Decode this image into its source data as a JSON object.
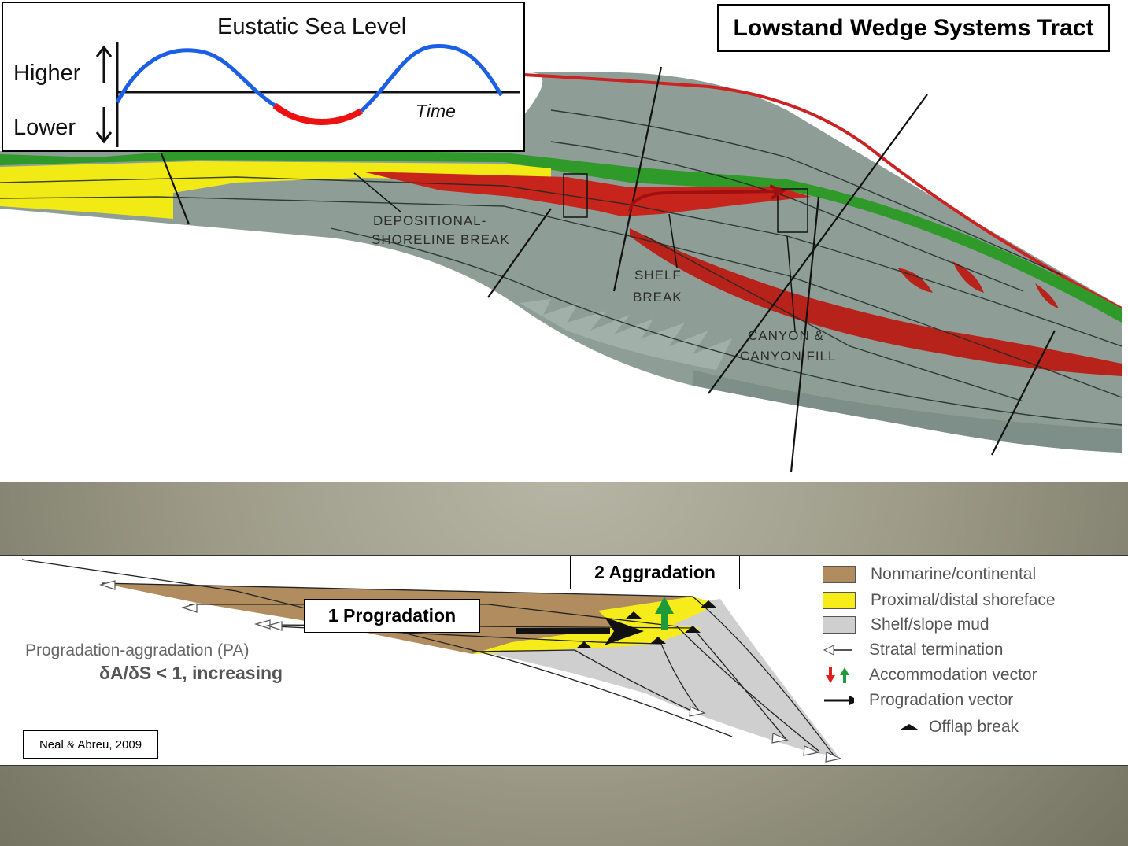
{
  "title": "Lowstand Wedge Systems Tract",
  "inset": {
    "heading": "Eustatic  Sea Level",
    "higher_label": "Higher",
    "lower_label": "Lower",
    "time_label": "Time",
    "colors": {
      "curve": "#1a5fe6",
      "lowstand": "#ee1111"
    }
  },
  "cross_section": {
    "labels": {
      "depositional_break_1": "DEPOSITIONAL-",
      "depositional_break_2": "SHORELINE BREAK",
      "shelf_1": "SHELF",
      "shelf_2": "BREAK",
      "canyon_1": "CANYON &",
      "canyon_2": "CANYON FILL"
    },
    "colors": {
      "slope": "#8e9e97",
      "sand": "#f2ea14",
      "green": "#2f9a2a",
      "red": "#c7241c",
      "boundary": "#cc2222"
    }
  },
  "stacking_diagram": {
    "pattern_name": "Progradation-aggradation (PA)",
    "ratio": "δA/δS < 1, increasing",
    "callout_progradation": "1 Progradation",
    "callout_aggradation": "2 Aggradation",
    "reference": "Neal & Abreu, 2009",
    "legend": [
      {
        "label": "Nonmarine/continental",
        "kind": "swatch",
        "color": "#b08c5e"
      },
      {
        "label": "Proximal/distal shoreface",
        "kind": "swatch",
        "color": "#f5ec1a"
      },
      {
        "label": "Shelf/slope mud",
        "kind": "swatch",
        "color": "#cfcfcf"
      },
      {
        "label": "Stratal termination",
        "kind": "hollow-arrow-icon"
      },
      {
        "label": "Accommodation vector",
        "kind": "vector-arrows-icon"
      },
      {
        "label": "Progradation vector",
        "kind": "black-arrow-icon"
      },
      {
        "label": "Offlap break",
        "kind": "triangle-icon"
      }
    ]
  }
}
